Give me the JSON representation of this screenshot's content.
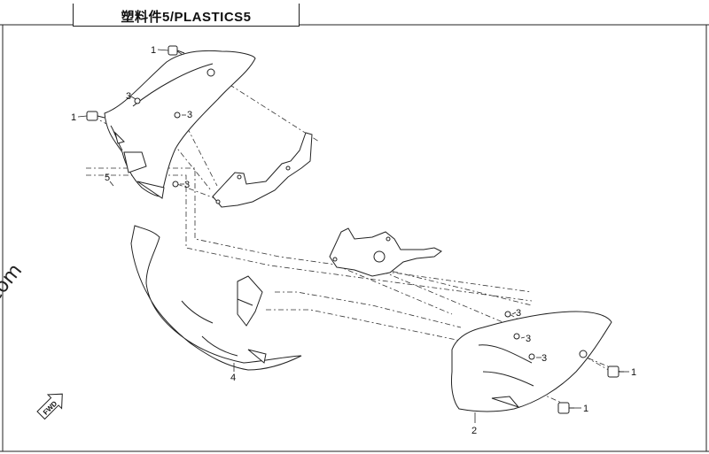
{
  "title": "塑料件5/PLASTICS5",
  "watermark": "© Partzilla.com",
  "fwd_label": "FWD",
  "callouts": {
    "c1_top": "1",
    "c1_left": "1",
    "c1_right_a": "1",
    "c1_right_b": "1",
    "c2": "2",
    "c3_a": "3",
    "c3_b": "3",
    "c3_c": "3",
    "c3_d": "3",
    "c3_e": "3",
    "c3_f": "3",
    "c4": "4",
    "c5": "5"
  },
  "colors": {
    "line": "#222222",
    "background": "#ffffff"
  }
}
